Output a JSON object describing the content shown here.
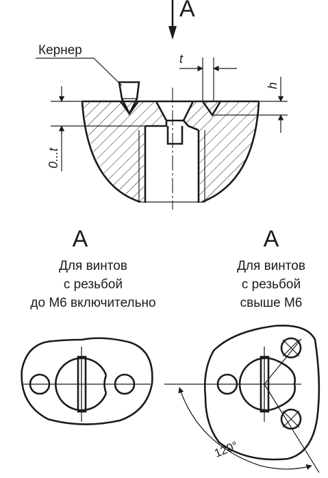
{
  "labels": {
    "view_arrow": "A",
    "punch": "Кернер",
    "dim_t_top": "t",
    "dim_h": "h",
    "dim_depth": "0...t",
    "view_left_title": "A",
    "view_right_title": "A",
    "left_caption": [
      "Для винтов",
      "с резьбой",
      "до М6 включительно"
    ],
    "right_caption": [
      "Для винтов",
      "с резьбой",
      "свыше М6"
    ],
    "angle": "120°"
  },
  "colors": {
    "line": "#1a1a1a",
    "background": "#ffffff"
  }
}
